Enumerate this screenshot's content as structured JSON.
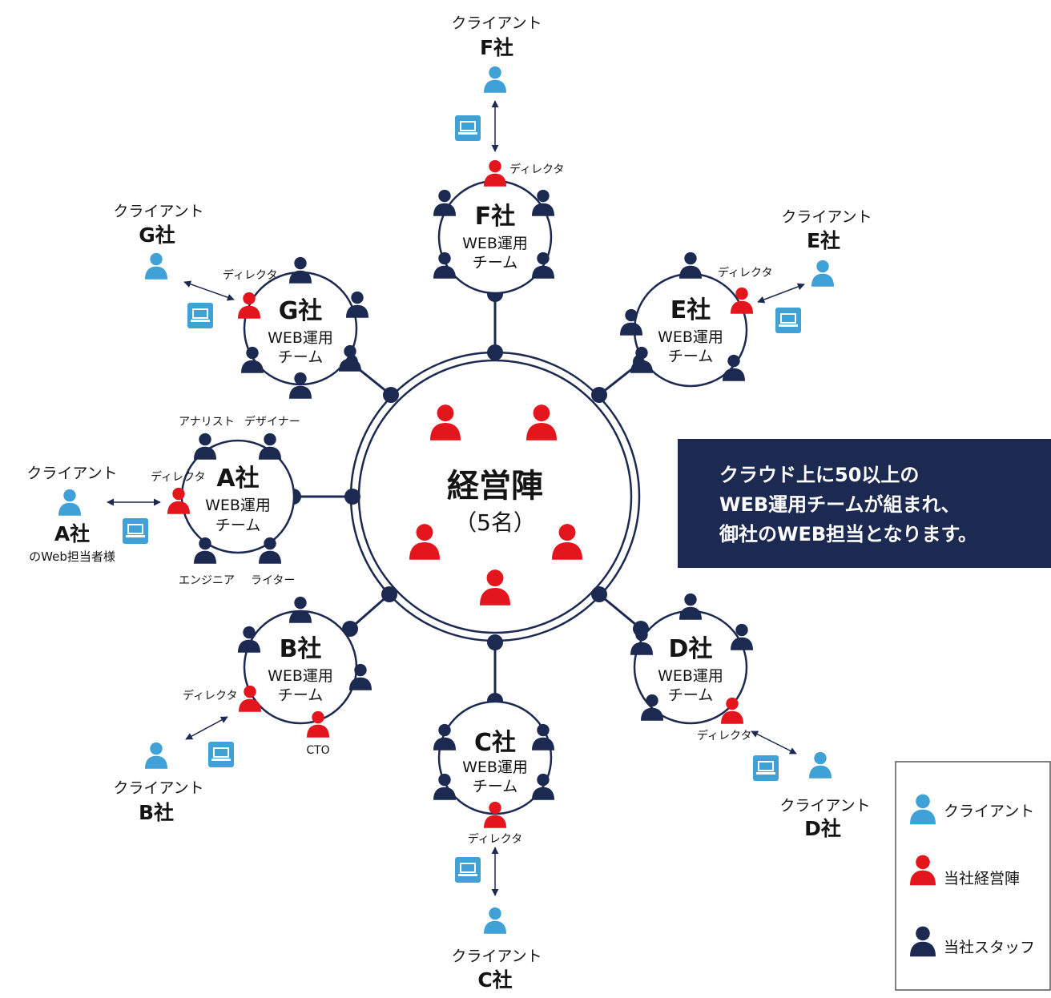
{
  "center": {
    "title": "経営陣",
    "sub": "（5名）"
  },
  "teams": [
    {
      "id": "a",
      "company": "A社",
      "line1": "WEB運用",
      "line2": "チーム",
      "client_line1": "クライアント",
      "client_line2": "A社",
      "client_line3": "のWeb担当者様",
      "director": "ディレクタ",
      "roles": {
        "analyst": "アナリスト",
        "designer": "デザイナー",
        "engineer": "エンジニア",
        "writer": "ライター"
      }
    },
    {
      "id": "b",
      "company": "B社",
      "line1": "WEB運用",
      "line2": "チーム",
      "client_line1": "クライアント",
      "client_line2": "B社",
      "director": "ディレクタ",
      "cto": "CTO"
    },
    {
      "id": "c",
      "company": "C社",
      "line1": "WEB運用",
      "line2": "チーム",
      "client_line1": "クライアント",
      "client_line2": "C社",
      "director": "ディレクタ"
    },
    {
      "id": "d",
      "company": "D社",
      "line1": "WEB運用",
      "line2": "チーム",
      "client_line1": "クライアント",
      "client_line2": "D社",
      "director": "ディレクタ"
    },
    {
      "id": "e",
      "company": "E社",
      "line1": "WEB運用",
      "line2": "チーム",
      "client_line1": "クライアント",
      "client_line2": "E社",
      "director": "ディレクタ"
    },
    {
      "id": "f",
      "company": "F社",
      "line1": "WEB運用",
      "line2": "チーム",
      "client_line1": "クライアント",
      "client_line2": "F社",
      "director": "ディレクタ"
    },
    {
      "id": "g",
      "company": "G社",
      "line1": "WEB運用",
      "line2": "チーム",
      "client_line1": "クライアント",
      "client_line2": "G社",
      "director": "ディレクタ"
    }
  ],
  "callout": {
    "line1": "クラウド上に50以上の",
    "line2": "WEB運用チームが組まれ、",
    "line3": "御社のWEB担当となります。"
  },
  "legend": [
    {
      "label": "クライアント",
      "color": "#3fa1d6"
    },
    {
      "label": "当社経営陣",
      "color": "#e3161e"
    },
    {
      "label": "当社スタッフ",
      "color": "#1c2951"
    }
  ],
  "colors": {
    "navy": "#1c2951",
    "red": "#e3161e",
    "blue": "#3fa1d6"
  }
}
